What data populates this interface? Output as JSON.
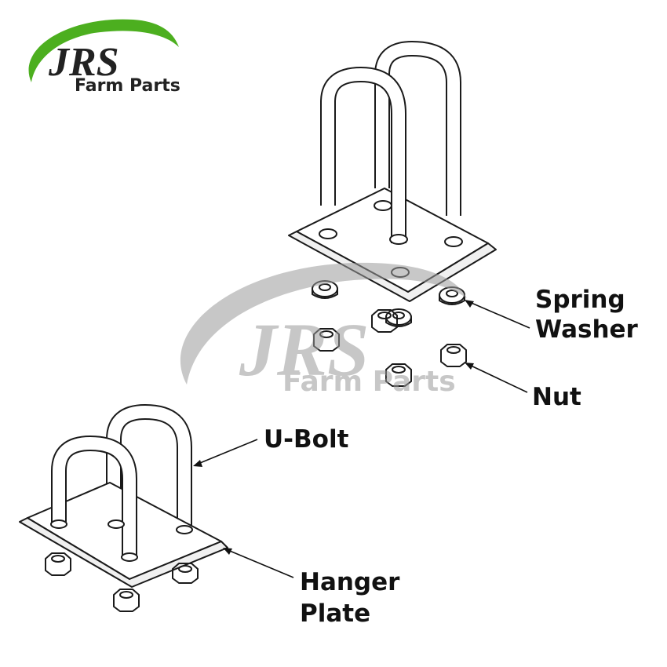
{
  "logo": {
    "title": "JRS",
    "subtitle": "Farm Parts",
    "swoosh_color": "#4caf1f",
    "text_color": "#222222"
  },
  "watermark": {
    "title": "JRS",
    "subtitle": "Farm Parts",
    "color": "#9a9a9a"
  },
  "labels": {
    "spring_washer_line1": "Spring",
    "spring_washer_line2": "Washer",
    "nut": "Nut",
    "u_bolt": "U-Bolt",
    "hanger_plate_line1": "Hanger",
    "hanger_plate_line2": "Plate"
  }
}
